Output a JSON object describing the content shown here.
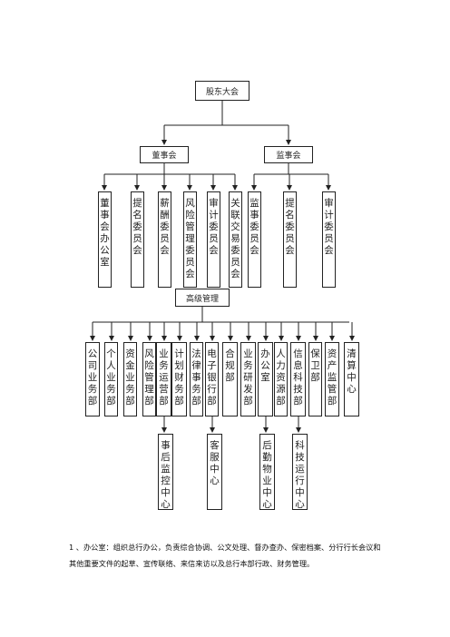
{
  "org_chart": {
    "top": {
      "label": "股东大会"
    },
    "board": {
      "label": "董事会"
    },
    "supervisory": {
      "label": "监事会"
    },
    "board_committees": [
      "董事会办公室",
      "提名委员会",
      "薪酬委员会",
      "风险管理委员会",
      "审计委员会",
      "关联交易委员会"
    ],
    "supervisory_committees": [
      "监事委员会",
      "提名委员会",
      "审计委员会"
    ],
    "senior_management": {
      "label": "高级管理"
    },
    "departments": [
      "公司业务部",
      "个人业务部",
      "资金业务部",
      "风险管理部",
      "业务运营部",
      "计划财务部",
      "法律事务部",
      "电子银行部",
      "合规部",
      "业务研发部",
      "办公室",
      "人力资源部",
      "信息科技部",
      "保卫部",
      "资产监管部",
      "清算中心"
    ],
    "sub_centers": [
      "事后监控中心",
      "客服中心",
      "后勤物业中心",
      "科技运行中心"
    ]
  },
  "footnote": "1 、办公室：组织总行办公，负责综合协调、公文处理、督办查办、保密档案、分行行长会议和其他重要文件的起草、宣传联络、来信来访以及总行本部行政、财务管理。"
}
